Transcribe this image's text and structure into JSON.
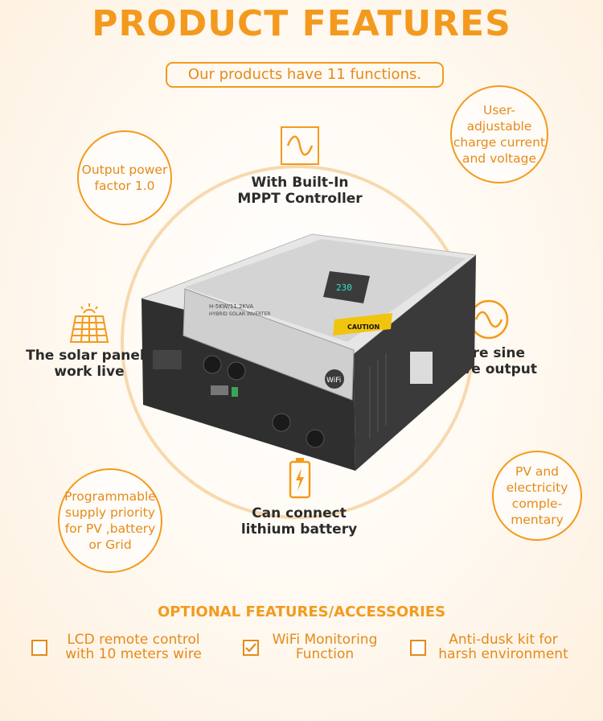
{
  "title": "PRODUCT FEATURES",
  "subtitle": "Our products have 11 functions.",
  "bubbles": {
    "top_left": [
      "Output power",
      "factor 1.0"
    ],
    "top_right": [
      "User-",
      "adjustable",
      "charge current",
      "and voltage"
    ],
    "bottom_left": [
      "Programmable",
      "supply priority",
      "for PV ,battery",
      "or Grid"
    ],
    "bottom_right": [
      "PV and",
      "electricity",
      "comple-",
      "mentary"
    ]
  },
  "features": {
    "mppt": [
      "With Built-In",
      "MPPT Controller"
    ],
    "solar": [
      "The solar panels",
      "work live"
    ],
    "sine": [
      "Pure sine",
      "wave output"
    ],
    "battery": [
      "Can connect",
      "lithium battery"
    ]
  },
  "product_image": {
    "panel_lines": [
      "H-5KW/11.2KVA",
      "HYBRID SOLAR INVERTER"
    ],
    "caution": "CAUTION",
    "lcd_reading": "230",
    "wifi": "WiFi"
  },
  "optional": {
    "heading": "OPTIONAL FEATURES/ACCESSORIES",
    "items": [
      {
        "label": [
          "LCD remote control",
          "with 10 meters wire"
        ],
        "checked": false
      },
      {
        "label": [
          "WiFi Monitoring",
          "Function"
        ],
        "checked": true
      },
      {
        "label": [
          "Anti-dusk kit for",
          "harsh environment"
        ],
        "checked": false
      }
    ]
  },
  "colors": {
    "accent": "#f39a1e",
    "text_dark": "#2b2b2b",
    "ring": "#f7d9ae"
  },
  "icons": [
    "sine-wave-icon",
    "solar-panel-icon",
    "sine-wave-circle-icon",
    "battery-charge-icon",
    "checkbox-icon",
    "check-icon"
  ]
}
